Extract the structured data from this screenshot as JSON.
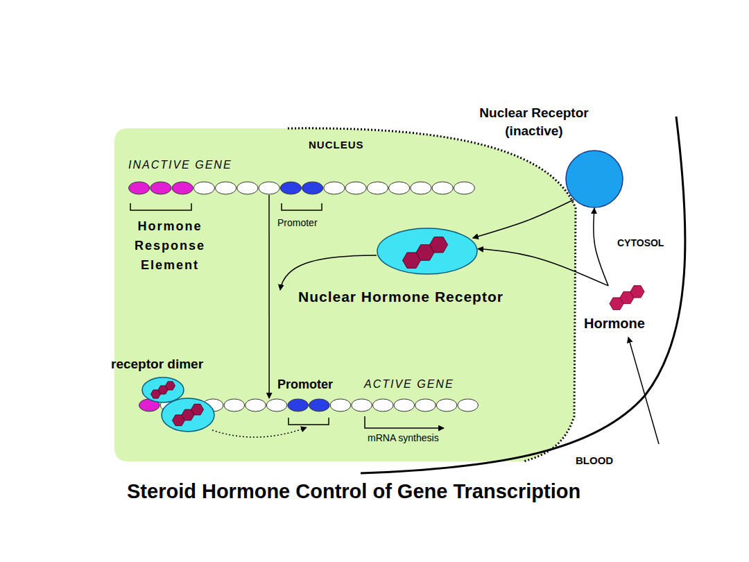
{
  "diagram": {
    "title": "Steroid Hormone Control of Gene Transcription",
    "nodes": [
      {
        "text": [
          "NUCLEUS"
        ]
      },
      {
        "text": [
          "INACTIVE GENE"
        ],
        "in": 0
      },
      {
        "text": [
          "Nuclear Receptor (inactive)"
        ]
      },
      {
        "text": [
          "Nuclear Hormone Receptor"
        ],
        "in": 0
      },
      {
        "text": [
          "Hormone"
        ]
      },
      {
        "text": [
          "receptor dimer"
        ],
        "in": 0
      },
      {
        "text": [
          "ACTIVE GENE"
        ],
        "in": 0
      }
    ],
    "edges": [
      {
        "from": 4,
        "to": 2,
        "arrow": "to"
      },
      {
        "from": 4,
        "to": 3,
        "arrow": "to"
      },
      {
        "from": 2,
        "to": 3,
        "arrow": "to"
      },
      {
        "from": 1,
        "to": 6,
        "arrow": "to"
      }
    ],
    "labels": [
      "Hormone Response Element",
      "Promoter",
      "Promoter",
      "mRNA synthesis",
      "CYTOSOL",
      "BLOOD"
    ]
  }
}
